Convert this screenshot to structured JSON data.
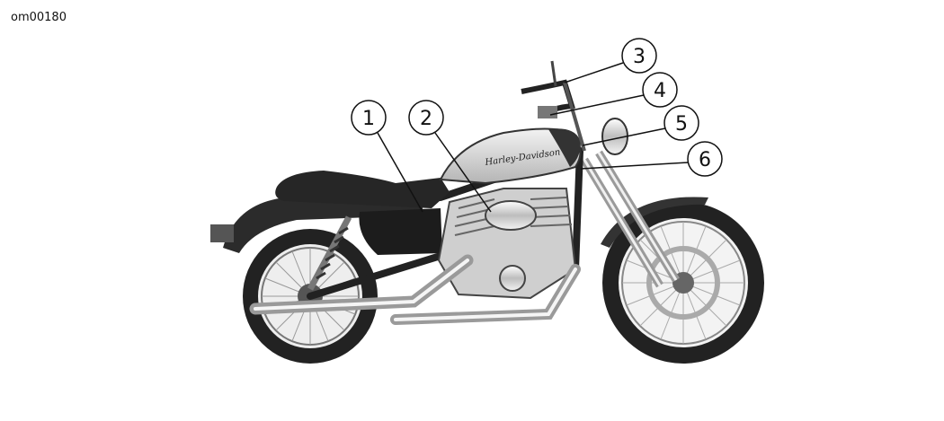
{
  "figure_id": "om00180",
  "tank_logo_text": "Harley-Davidson",
  "callouts": [
    {
      "number": "1"
    },
    {
      "number": "2"
    },
    {
      "number": "3"
    },
    {
      "number": "4"
    },
    {
      "number": "5"
    },
    {
      "number": "6"
    }
  ],
  "colors": {
    "ink": "#111111",
    "tank": "#d4d4d4",
    "tire": "#1f1f1f",
    "chrome": "#e6e6e6"
  }
}
